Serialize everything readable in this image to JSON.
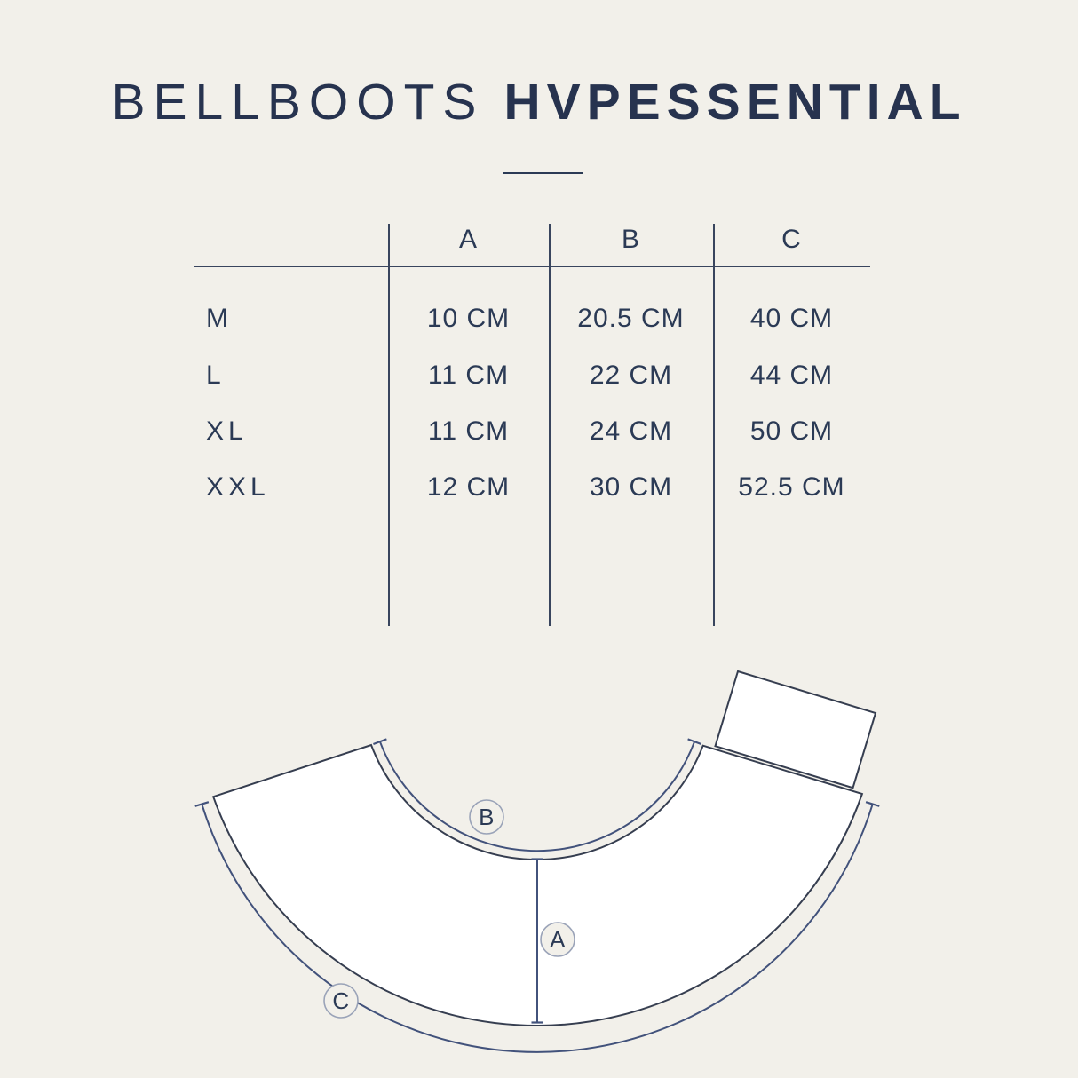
{
  "colors": {
    "background": "#f2f0ea",
    "navy_text": "#2b3a55",
    "title_navy": "#27334f",
    "table_line": "#39455e",
    "shape_outline": "#363e50",
    "shape_fill": "#ffffff",
    "measure_line": "#42527b",
    "badge_stroke": "#9aa3b8"
  },
  "header": {
    "title_regular": "BELLBOOTS",
    "title_bold": "HVPESSENTIAL"
  },
  "table": {
    "headers": [
      "A",
      "B",
      "C"
    ],
    "rows": [
      {
        "size": "M",
        "a": "10 CM",
        "b": "20.5 CM",
        "c": "40 CM"
      },
      {
        "size": "L",
        "a": "11 CM",
        "b": "22 CM",
        "c": "44 CM"
      },
      {
        "size": "XL",
        "a": "11 CM",
        "b": "24 CM",
        "c": "50 CM"
      },
      {
        "size": "XXL",
        "a": "12 CM",
        "b": "30 CM",
        "c": "52.5 CM"
      }
    ]
  },
  "diagram": {
    "labels": {
      "a": "A",
      "b": "B",
      "c": "C"
    }
  }
}
